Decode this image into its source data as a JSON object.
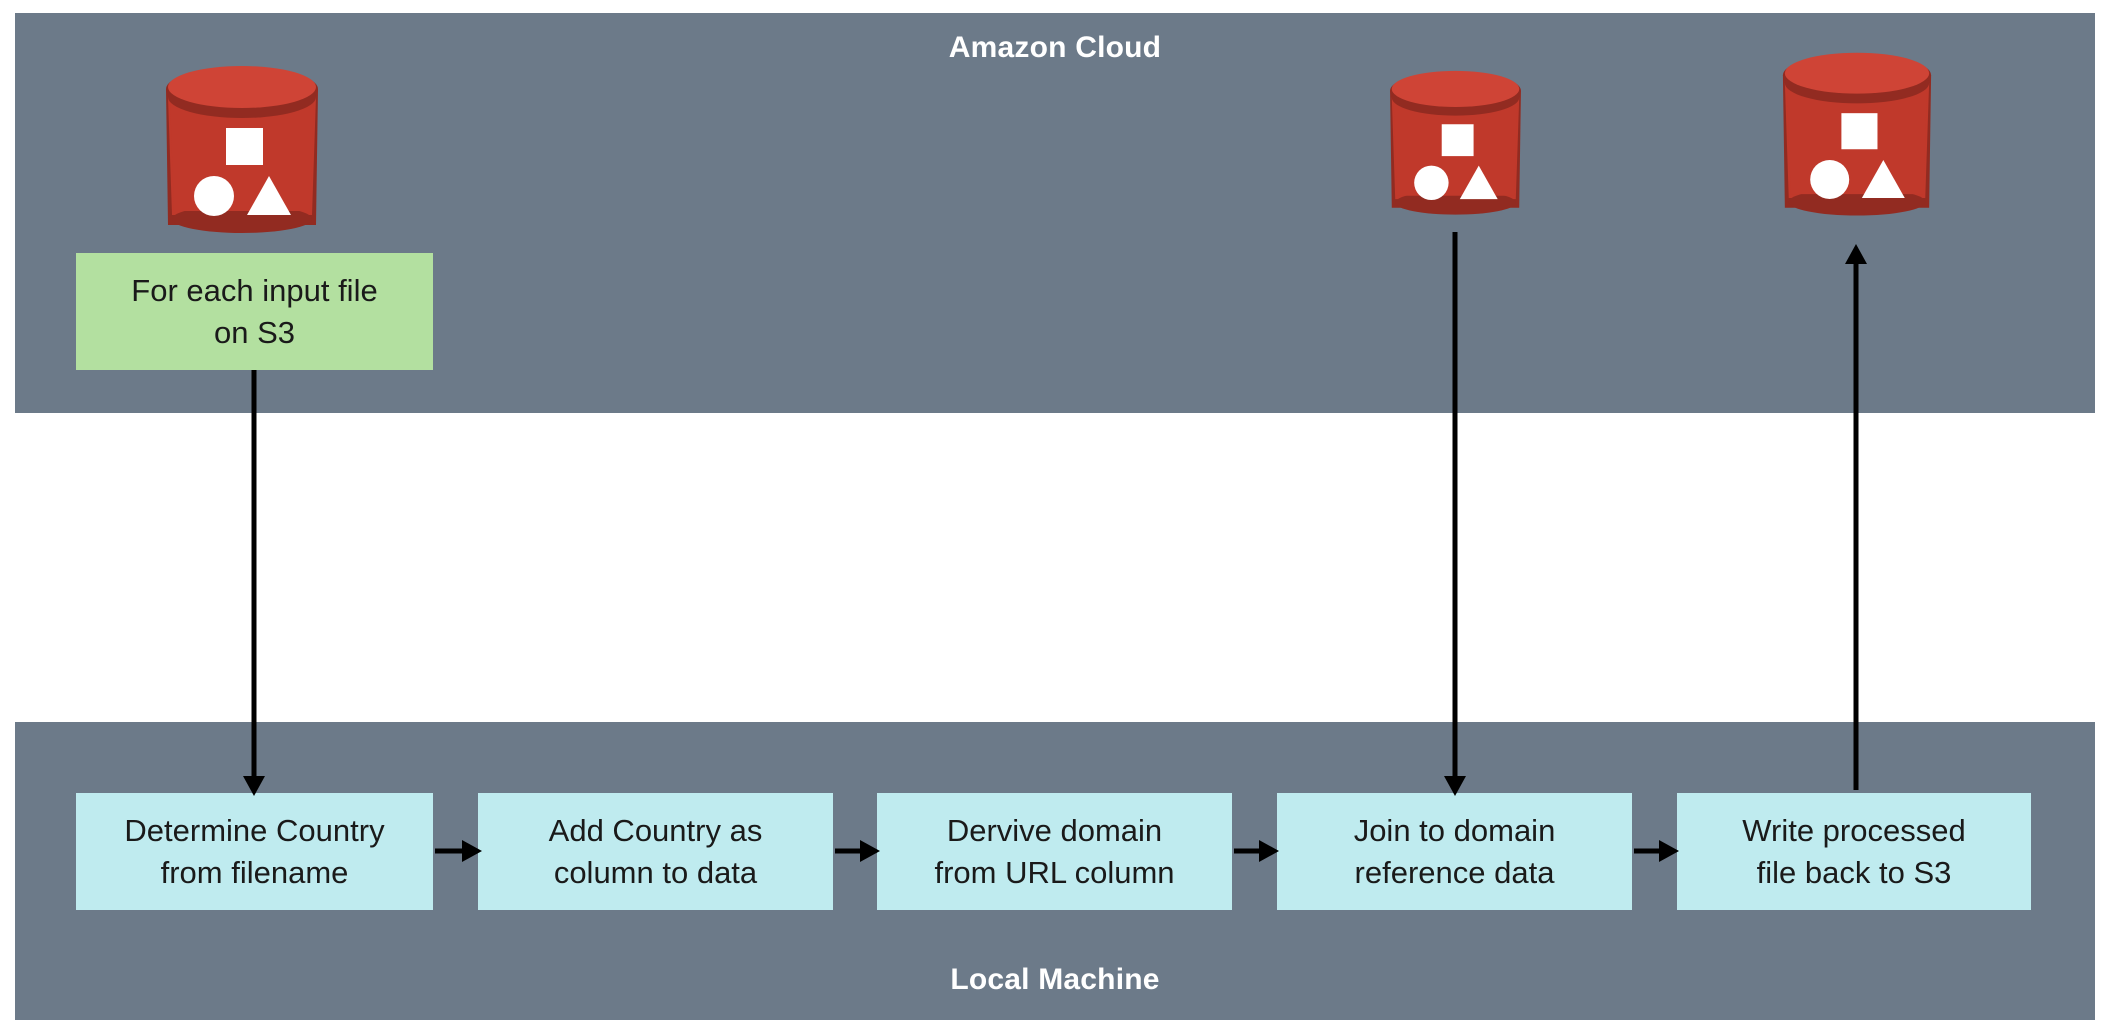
{
  "diagram": {
    "title_visible": false,
    "lanes": [
      {
        "id": "cloud",
        "label": "Amazon Cloud"
      },
      {
        "id": "local",
        "label": "Local Machine"
      }
    ],
    "colors": {
      "lane_fill": "#6C7A89",
      "lane_label": "#FFFFFF",
      "source_node_fill": "#B3E0A0",
      "process_node_fill": "#BFEBEF",
      "bucket_body": "#C0392B",
      "bucket_body_light": "#CF4436",
      "bucket_shadow": "#922B21",
      "bucket_glyph": "#FFFFFF",
      "connector": "#000000",
      "page_background": "#FFFFFF"
    },
    "buckets": [
      {
        "id": "bucket-input",
        "name": "s3-bucket-icon",
        "glyphs": [
          "square",
          "circle",
          "triangle"
        ]
      },
      {
        "id": "bucket-reference",
        "name": "s3-bucket-icon",
        "glyphs": [
          "square",
          "circle",
          "triangle"
        ]
      },
      {
        "id": "bucket-output",
        "name": "s3-bucket-icon",
        "glyphs": [
          "square",
          "circle",
          "triangle"
        ]
      }
    ],
    "source_node": {
      "id": "for-each-input-file",
      "line1": "For each input file",
      "line2": "on S3"
    },
    "process_nodes": [
      {
        "id": "determine-country",
        "line1": "Determine Country",
        "line2": "from filename"
      },
      {
        "id": "add-country-column",
        "line1": "Add Country as",
        "line2": "column to data"
      },
      {
        "id": "derive-domain",
        "line1": "Dervive domain",
        "line2": "from URL column"
      },
      {
        "id": "join-domain-reference",
        "line1": "Join to domain",
        "line2": "reference data"
      },
      {
        "id": "write-processed-file",
        "line1": "Write processed",
        "line2": "file back to S3"
      }
    ],
    "connectors": [
      {
        "id": "input-to-determine",
        "from": "for-each-input-file",
        "to": "determine-country",
        "direction": "down"
      },
      {
        "id": "determine-to-add",
        "from": "determine-country",
        "to": "add-country-column",
        "direction": "right"
      },
      {
        "id": "add-to-derive",
        "from": "add-country-column",
        "to": "derive-domain",
        "direction": "right"
      },
      {
        "id": "derive-to-join",
        "from": "derive-domain",
        "to": "join-domain-reference",
        "direction": "right"
      },
      {
        "id": "reference-bucket-to-join",
        "from": "bucket-reference",
        "to": "join-domain-reference",
        "direction": "down"
      },
      {
        "id": "join-to-write",
        "from": "join-domain-reference",
        "to": "write-processed-file",
        "direction": "right"
      },
      {
        "id": "write-to-output-bucket",
        "from": "write-processed-file",
        "to": "bucket-output",
        "direction": "up"
      }
    ]
  }
}
